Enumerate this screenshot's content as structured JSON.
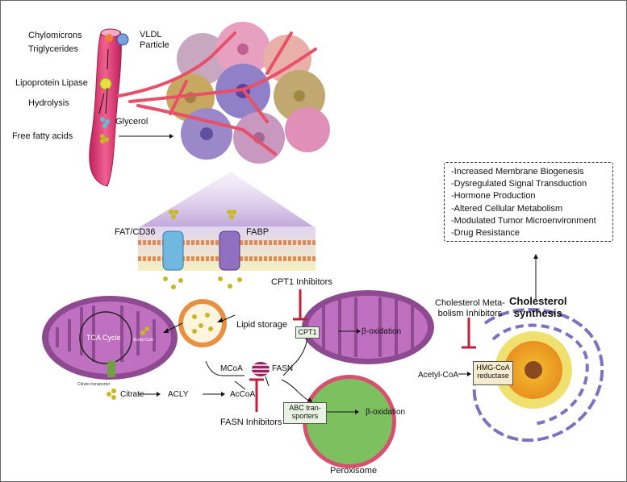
{
  "labels": {
    "chylomicrons": "Chylomicrons",
    "vldl": "VLDL",
    "particle": "Particle",
    "triglycerides": "Triglycerides",
    "lipoprotein_lipase": "Lipoprotein Lipase",
    "hydrolysis": "Hydrolysis",
    "glycerol": "Glycerol",
    "free_fatty_acids": "Free fatty acids",
    "fat_cd36": "FAT/CD36",
    "fabp": "FABP",
    "cpt1_inhibitors": "CPT1 Inhibitors",
    "lipid_storage": "Lipid storage",
    "cpt1": "CPT1",
    "beta_oxidation_mito": "β-oxidation",
    "tca_cycle": "TCA Cycle",
    "mcoa": "MCoA",
    "fasn": "FASN",
    "citrate": "Citrate",
    "acly": "ACLY",
    "accoa": "AcCoA",
    "fasn_inhibitors": "FASN Inhibitors",
    "abc_transporters": "ABC tran-\nsporters",
    "beta_oxidation_perox": "β-oxidation",
    "peroxisome": "Peroxisome",
    "cholesterol_inhibitors": "Cholesterol Meta-\nbolism Inhibitors",
    "cholesterol_synthesis": "Cholesterol\nsynthesis",
    "acetyl_coa": "Acetyl-CoA",
    "hmg_coa": "HMG-CoA\nreductase",
    "acetyl_coa_small": "Acetyl-CoA",
    "citrate_transporter": "Citrate transporter"
  },
  "effects": [
    "-Increased Membrane Biogenesis",
    "-Dysregulated Signal Transduction",
    "-Hormone Production",
    "-Altered Cellular Metabolism",
    "-Modulated Tumor Microenvironment",
    "-Drug Resistance"
  ],
  "colors": {
    "vessel": "#e0407a",
    "tumor_pink": "#e8a0c0",
    "mito_fill": "#b06ab0",
    "inhibitor": "#c0203a",
    "peroxisome": "#7cc060",
    "fatty_acid": "#c8b820",
    "box_fill": "#e8f3e4"
  }
}
